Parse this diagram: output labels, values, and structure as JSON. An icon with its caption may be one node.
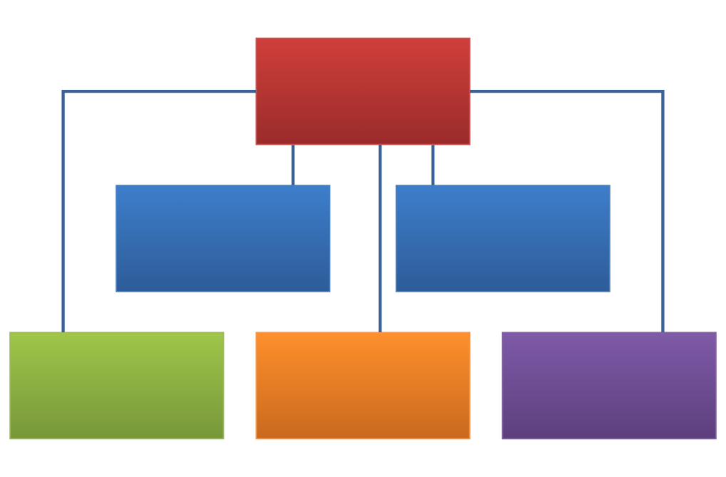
{
  "diagram": {
    "nodes": [
      {
        "text": [],
        "shape": "box"
      },
      {
        "text": [],
        "shape": "box"
      },
      {
        "text": [],
        "shape": "box"
      },
      {
        "text": [],
        "shape": "box"
      },
      {
        "text": [],
        "shape": "box"
      },
      {
        "text": [],
        "shape": "box"
      }
    ],
    "edges": [
      {
        "from": 0,
        "to": 1,
        "arrow": "none"
      },
      {
        "from": 0,
        "to": 2,
        "arrow": "none"
      },
      {
        "from": 0,
        "to": 3,
        "arrow": "none"
      },
      {
        "from": 0,
        "to": 4,
        "arrow": "none"
      },
      {
        "from": 0,
        "to": 5,
        "arrow": "none"
      }
    ]
  }
}
